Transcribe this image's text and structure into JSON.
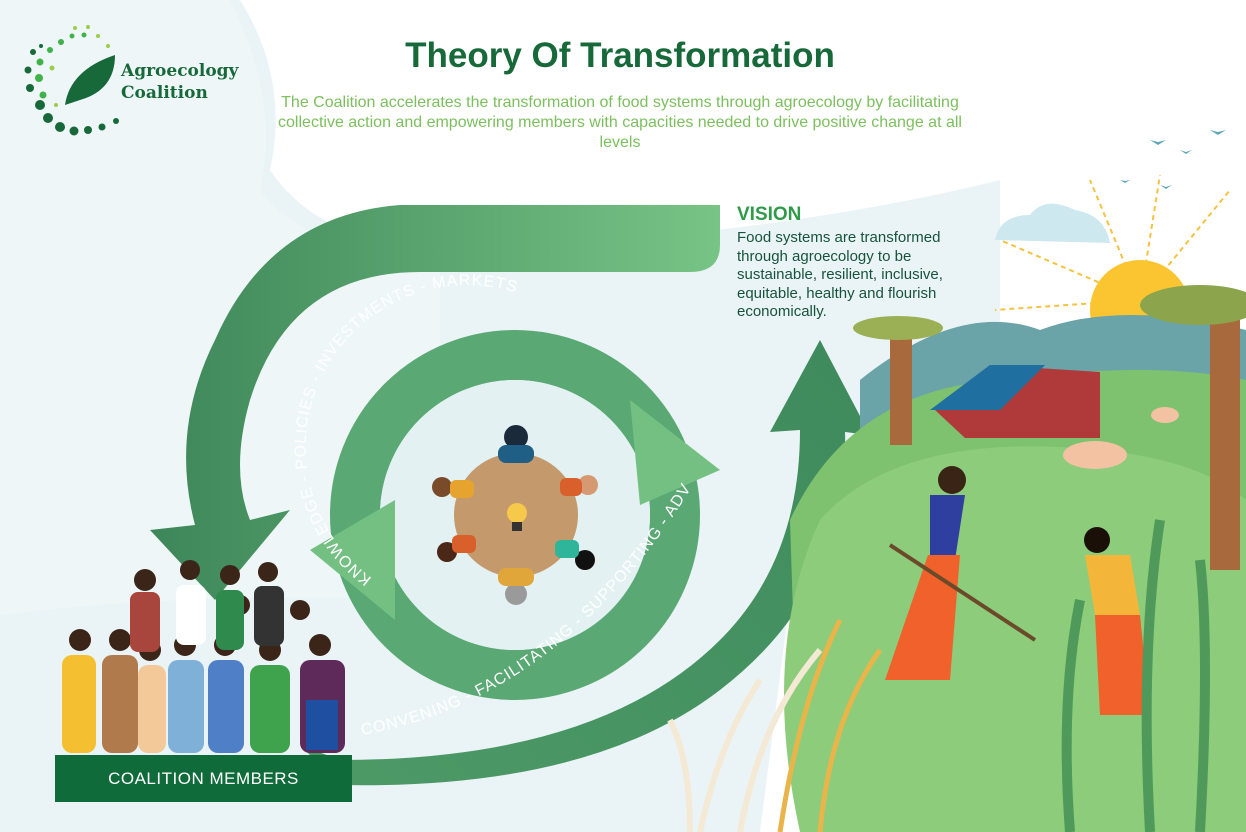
{
  "logo": {
    "line1": "Agroecology",
    "line2": "Coalition"
  },
  "header": {
    "title": "Theory Of Transformation",
    "subtitle": "The Coalition accelerates the transformation of food systems through agroecology by facilitating collective action and empowering members with capacities needed to drive positive change at all levels"
  },
  "vision": {
    "heading": "VISION",
    "text": "Food systems are transformed through agroecology to be sustainable, resilient, inclusive, equitable, healthy and flourish economically."
  },
  "cycle": {
    "inner_label": "KNOWLEDGE - POLICIES - INVESTMENTS - MARKETS",
    "outer_label": "CONVENING - FACILITATING - SUPPORTING - ADVOCATING"
  },
  "members": {
    "label": "COALITION MEMBERS"
  },
  "colors": {
    "dark_green": "#0f6b39",
    "arrow_light": "#74c083",
    "arrow_dark": "#3f8a5e",
    "subtitle": "#7cbf5e",
    "bg": "#e6f2f4"
  }
}
